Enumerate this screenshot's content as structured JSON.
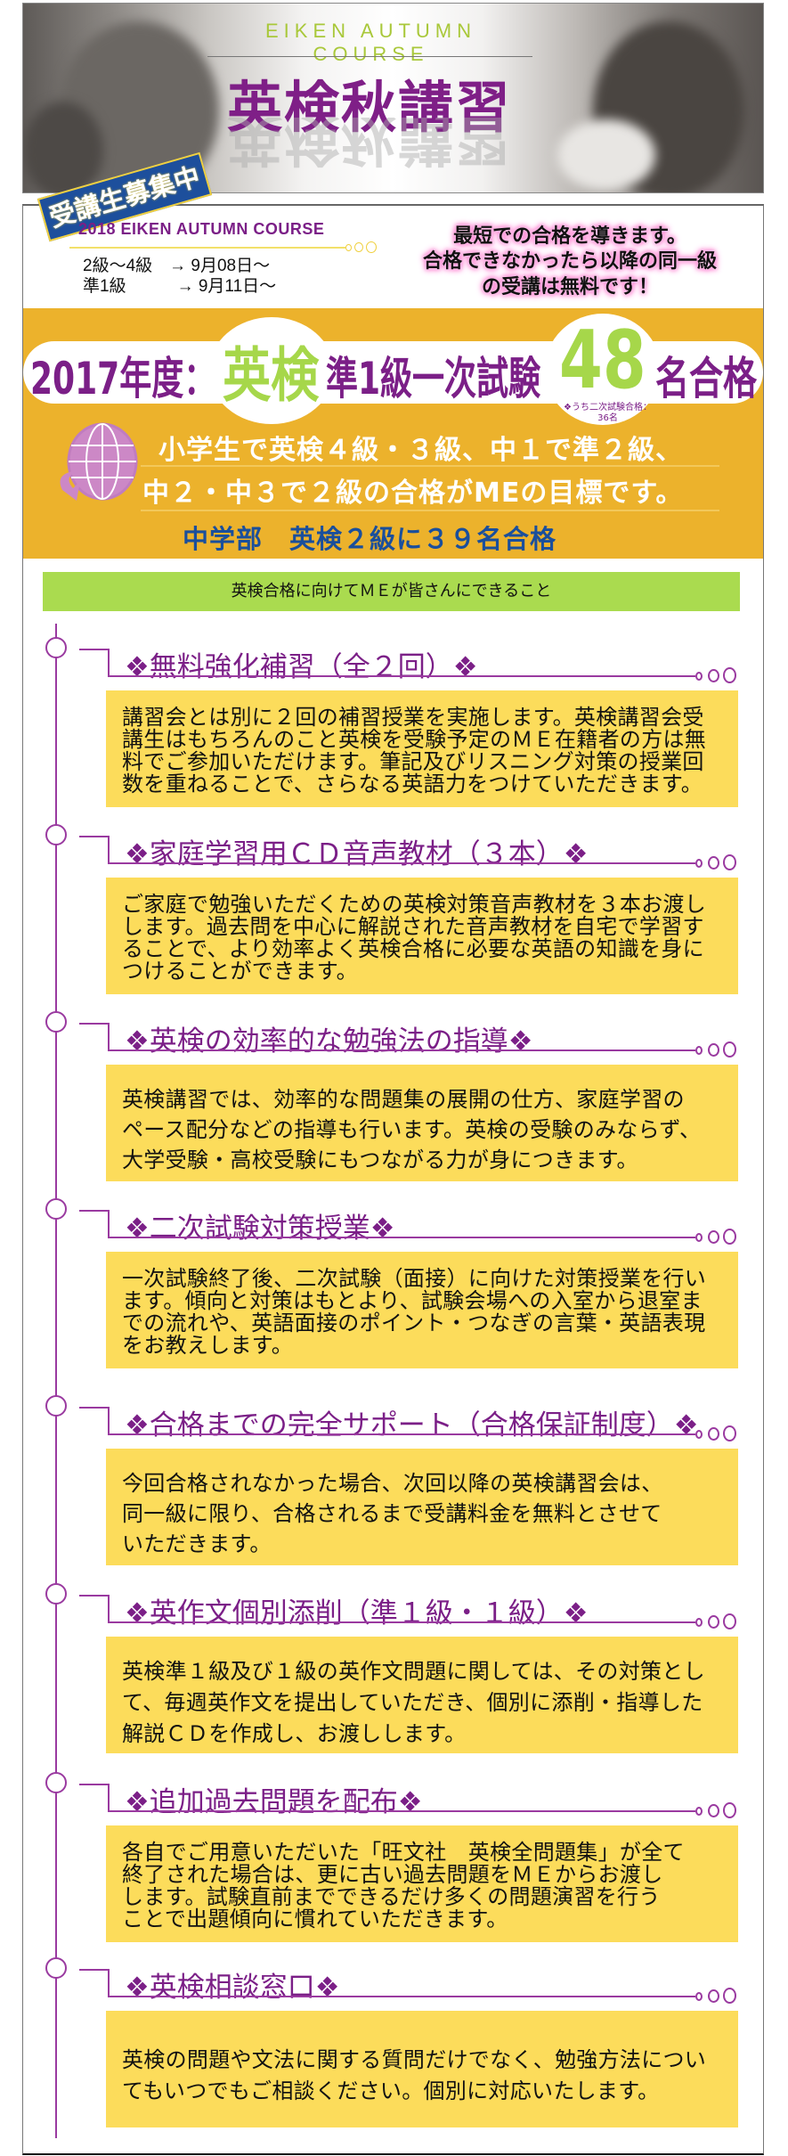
{
  "hero": {
    "subtitle": "EIKEN AUTUMN COURSE",
    "title": "英検秋講習",
    "badge": "受講生募集中"
  },
  "info": {
    "course": "2018 EIKEN AUTUMN COURSE",
    "dates": [
      "2級～4級　→ 9月08日～",
      "準1級　　　→ 9月11日～"
    ],
    "promo": [
      "最短での合格を導きます。",
      "合格できなかったら以降の同一級",
      "の受講は無料です！"
    ]
  },
  "result": {
    "year": "2017年度：",
    "eiken": "英検",
    "grade": "準1級一次試験",
    "count": "48",
    "passed": "名合格",
    "note1": "❖うち二次試験合格：",
    "note2": "36名",
    "goal1": "小学生で英検４級・３級、中１で準２級、",
    "goal2": "中２・中３で２級の合格がMEの目標です。",
    "junior": "中学部　英検２級に３９名合格"
  },
  "intro_bar": "英検合格に向けてＭＥが皆さんにできること",
  "sections": [
    {
      "title": "❖無料強化補習（全２回）❖",
      "lines": [
        "講習会とは別に２回の補習授業を実施します。英検講習会受",
        "講生はもちろんのこと英検を受験予定のＭＥ在籍者の方は無",
        "料でご参加いただけます。筆記及びリスニング対策の授業回",
        "数を重ねることで、さらなる英語力をつけていただきます。"
      ]
    },
    {
      "title": "❖家庭学習用ＣＤ音声教材（３本）❖",
      "lines": [
        "ご家庭で勉強いただくための英検対策音声教材を３本お渡し",
        "します。過去問を中心に解説された音声教材を自宅で学習す",
        "ることで、より効率よく英検合格に必要な英語の知識を身に",
        "つけることができます。"
      ]
    },
    {
      "title": "❖英検の効率的な勉強法の指導❖",
      "lines": [
        "英検講習では、効率的な問題集の展開の仕方、家庭学習の",
        "ペース配分などの指導も行います。英検の受験のみならず、",
        "大学受験・高校受験にもつながる力が身につきます。"
      ]
    },
    {
      "title": "❖二次試験対策授業❖",
      "lines": [
        "一次試験終了後、二次試験（面接）に向けた対策授業を行い",
        "ます。傾向と対策はもとより、試験会場への入室から退室ま",
        "での流れや、英語面接のポイント・つなぎの言葉・英語表現",
        "をお教えします。"
      ]
    },
    {
      "title": "❖合格までの完全サポート（合格保証制度）❖",
      "lines": [
        "今回合格されなかった場合、次回以降の英検講習会は、",
        "同一級に限り、合格されるまで受講料金を無料とさせて",
        "いただきます。"
      ]
    },
    {
      "title": "❖英作文個別添削（準１級・１級）❖",
      "lines": [
        "英検準１級及び１級の英作文問題に関しては、その対策とし",
        "て、毎週英作文を提出していただき、個別に添削・指導した",
        "解説ＣＤを作成し、お渡しします。"
      ]
    },
    {
      "title": "❖追加過去問題を配布❖",
      "lines": [
        "各自でご用意いただいた「旺文社　英検全問題集」が全て",
        "終了された場合は、更に古い過去問題をＭＥからお渡し",
        "します。試験直前までできるだけ多くの問題演習を行う",
        "ことで出題傾向に慣れていただきます。"
      ]
    },
    {
      "title": "❖英検相談窓口❖",
      "lines": [
        "英検の問題や文法に関する質問だけでなく、勉強方法につい",
        "てもいつでもご相談ください。個別に対応いたします。"
      ]
    }
  ],
  "colors": {
    "purple": "#7b1f87",
    "green": "#a6d74a",
    "orange": "#ecb22c",
    "yellow": "#fcdc5b",
    "blue": "#1a4f9c"
  }
}
